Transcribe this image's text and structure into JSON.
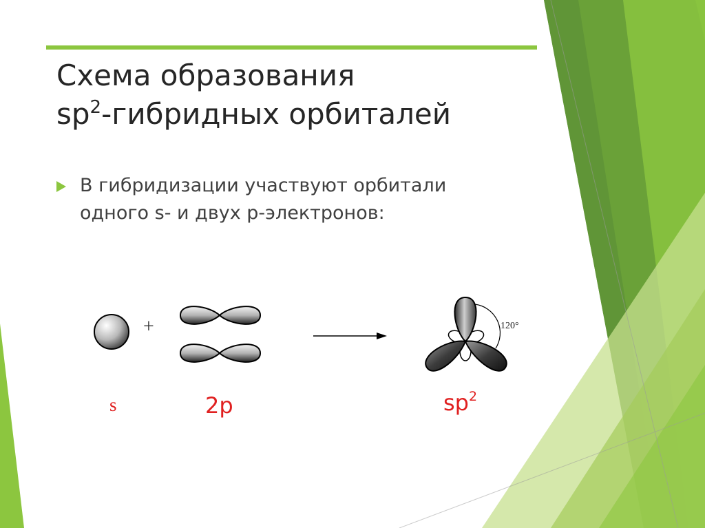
{
  "slide": {
    "title_line1": "Схема образования",
    "title_line2_prefix": "sp",
    "title_line2_superscript": "2",
    "title_line2_suffix": "-гибридных орбиталей",
    "bullet_line1": "В гибридизации участвуют орбитали",
    "bullet_line2": "одного s- и двух p-электронов:"
  },
  "diagram": {
    "plus_sign": "+",
    "label_s": "s",
    "label_2p": "2p",
    "label_sp2_base": "sp",
    "label_sp2_superscript": "2",
    "angle_label": "120°"
  },
  "colors": {
    "accent_green": "#8cc63f",
    "label_red": "#e02020",
    "title_text": "#262626",
    "body_text": "#404040"
  }
}
